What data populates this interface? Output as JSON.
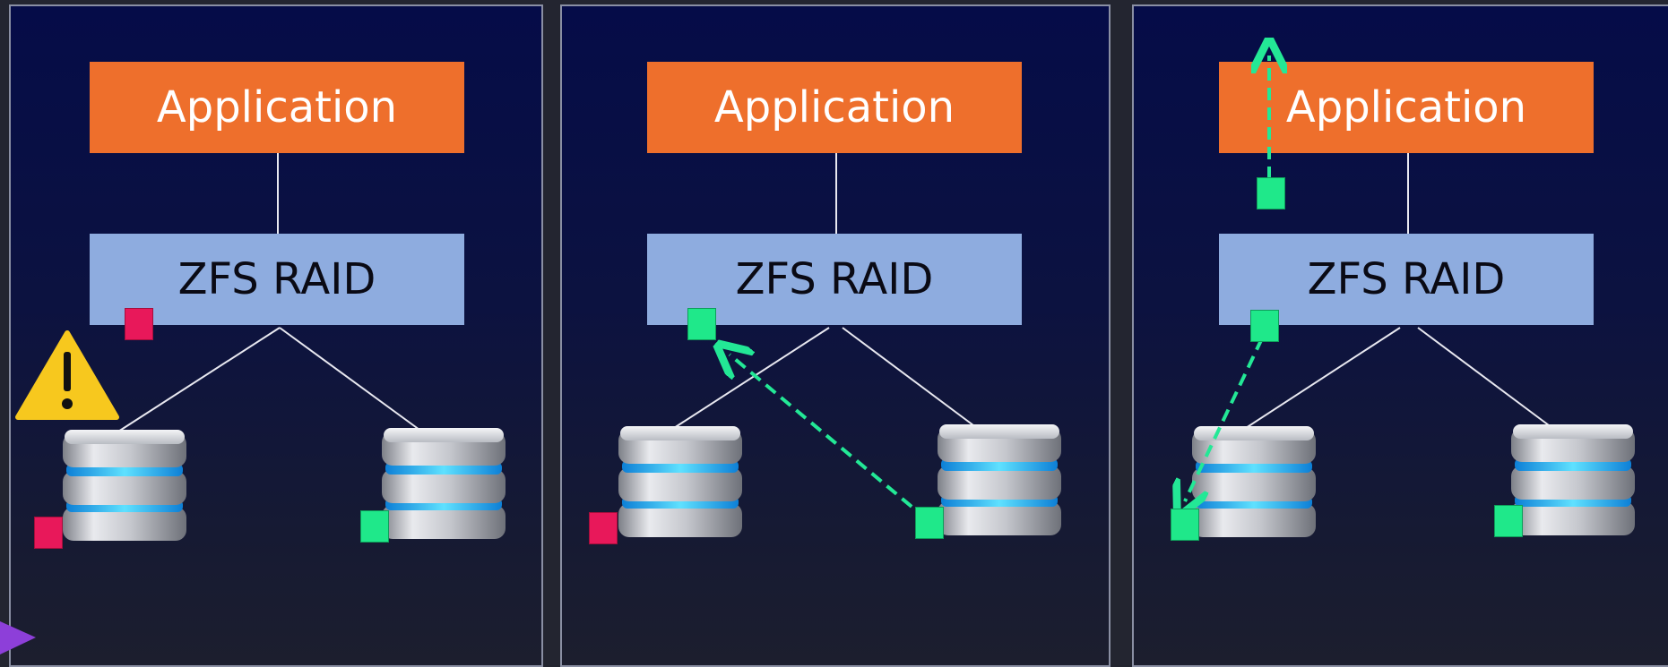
{
  "panels": [
    {
      "app_label": "Application",
      "raid_label": "ZFS RAID"
    },
    {
      "app_label": "Application",
      "raid_label": "ZFS RAID"
    },
    {
      "app_label": "Application",
      "raid_label": "ZFS RAID"
    }
  ],
  "colors": {
    "application": "#ee6f2c",
    "zfs_raid": "#8eacdf",
    "corrupt_block": "#e8185a",
    "good_block": "#1fe88a",
    "warning": "#f7c81e"
  },
  "icons": [
    "warning-icon",
    "disk-icon",
    "data-block"
  ]
}
